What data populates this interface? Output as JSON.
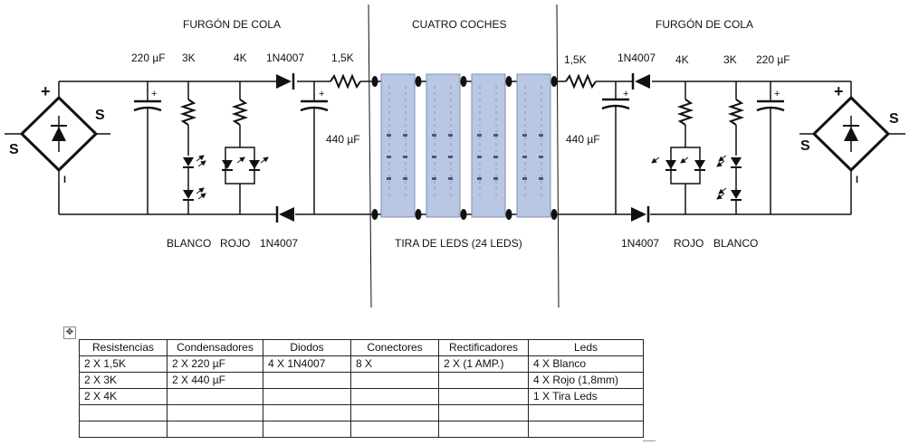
{
  "labels": {
    "left_section": "FURGÓN DE COLA",
    "center_section": "CUATRO COCHES",
    "right_section": "FURGÓN DE COLA",
    "led_strip": "TIRA DE LEDS (24 LEDS)"
  },
  "left_components": {
    "cap_small": "220 µF",
    "res_white": "3K",
    "res_red": "4K",
    "diode_top": "1N4007",
    "res_series": "1,5K",
    "cap_large": "440 µF",
    "led_white": "BLANCO",
    "led_red": "ROJO",
    "diode_bottom": "1N4007"
  },
  "right_components": {
    "res_series": "1,5K",
    "diode_top": "1N4007",
    "res_red": "4K",
    "res_white": "3K",
    "cap_small": "220 µF",
    "cap_large": "440 µF",
    "diode_bottom": "1N4007",
    "led_red": "ROJO",
    "led_white": "BLANCO"
  },
  "bridge_symbols": {
    "plus": "+",
    "minus": "I",
    "ac": "S"
  },
  "cap_plus": "+",
  "bom": {
    "headers": [
      "Resistencias",
      "Condensadores",
      "Diodos",
      "Conectores",
      "Rectificadores",
      "Leds"
    ],
    "rows": [
      [
        "2 X 1,5K",
        "2 X 220 µF",
        "4 X 1N4007",
        "8 X",
        "2 X (1 AMP.)",
        "4 X Blanco"
      ],
      [
        "2 X 3K",
        "2 X 440 µF",
        "",
        "",
        "",
        "4 X Rojo (1,8mm)"
      ],
      [
        "2 X 4K",
        "",
        "",
        "",
        "",
        "1 X Tira Leds"
      ],
      [
        "",
        "",
        "",
        "",
        "",
        ""
      ],
      [
        "",
        "",
        "",
        "",
        "",
        ""
      ]
    ]
  }
}
